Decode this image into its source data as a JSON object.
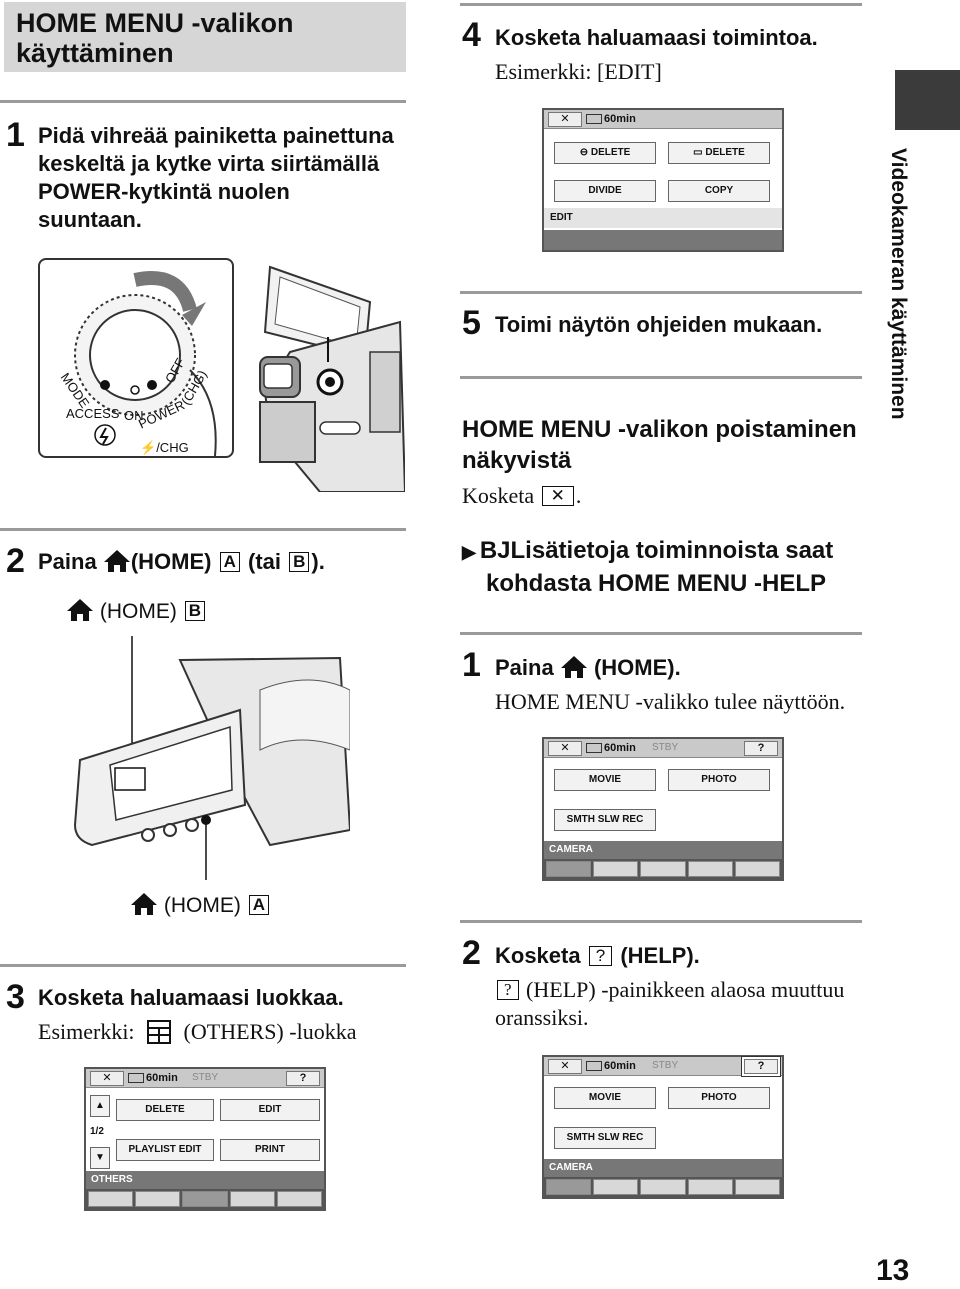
{
  "section_title_line1": "HOME MENU -valikon",
  "section_title_line2": "käyttäminen",
  "step1": {
    "num": "1",
    "lines": [
      "Pidä vihreää painiketta painettuna",
      "keskeltä ja kytke virta siirtämällä",
      "POWER-kytkintä nuolen",
      "suuntaan."
    ]
  },
  "dial_labels": {
    "mode": "MODE",
    "off": "OFF",
    "chg": "(CHG)",
    "access": "ACCESS",
    "on": "ON",
    "power": "POWER",
    "flash_chg": "/CHG"
  },
  "step2": {
    "num": "2",
    "text_a": "Paina",
    "text_b": "(HOME)",
    "box_a": "A",
    "text_c": "(tai",
    "box_b": "B",
    "text_d": ")."
  },
  "label_home_b": {
    "text": "(HOME)",
    "box": "B"
  },
  "label_home_a": {
    "text": "(HOME)",
    "box": "A"
  },
  "step3": {
    "num": "3",
    "head": "Kosketa haluamaasi luokkaa.",
    "example_a": "Esimerkki:",
    "example_b": "(OTHERS) -luokka"
  },
  "step4": {
    "num": "4",
    "head": "Kosketa haluamaasi toimintoa.",
    "example": "Esimerkki: [EDIT]"
  },
  "step5": {
    "num": "5",
    "head": "Toimi näytön ohjeiden mukaan."
  },
  "hide_title_line1": "HOME MENU -valikon poistaminen",
  "hide_title_line2": "näkyvistä",
  "hide_text": "Kosketa",
  "hide_text_end": ".",
  "help_intro_line1": "BJLisätietoja toiminnoista saat",
  "help_intro_line2": "kohdasta HOME MENU -HELP",
  "help1": {
    "num": "1",
    "text_a": "Paina",
    "text_b": "(HOME).",
    "sub": "HOME MENU -valikko tulee näyttöön."
  },
  "help2": {
    "num": "2",
    "text_a": "Kosketa",
    "text_b": "(HELP).",
    "sub_a": "(HELP) -painikkeen alaosa muuttuu",
    "sub_b": "oranssiksi."
  },
  "side_tab": "Videokameran käyttäminen",
  "page_number": "13",
  "screens": {
    "edit": {
      "close": "✕",
      "time": "60min",
      "btn1": "DELETE",
      "btn2": "DELETE",
      "btn3": "DIVIDE",
      "btn4": "COPY",
      "bar": "EDIT"
    },
    "home": {
      "close": "✕",
      "time": "60min",
      "stby": "STBY",
      "help": "?",
      "btn1": "MOVIE",
      "btn2": "PHOTO",
      "btn3": "SMTH SLW REC",
      "bar": "CAMERA"
    },
    "others": {
      "close": "✕",
      "time": "60min",
      "stby": "STBY",
      "help": "?",
      "btn1": "DELETE",
      "btn2": "EDIT",
      "btn3": "PLAYLIST EDIT",
      "btn4": "PRINT",
      "page": "1/2",
      "bar": "OTHERS"
    },
    "helpscr": {
      "close": "✕",
      "time": "60min",
      "stby": "STBY",
      "help": "?",
      "btn1": "MOVIE",
      "btn2": "PHOTO",
      "btn3": "SMTH SLW REC",
      "bar": "CAMERA"
    }
  },
  "icons": {
    "home": "home-icon",
    "close_box": "✕",
    "help_box": "?"
  }
}
